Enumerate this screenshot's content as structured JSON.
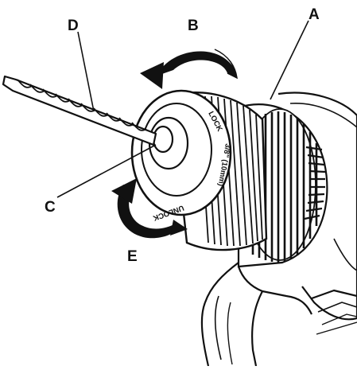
{
  "figure": {
    "callouts": {
      "a": "A",
      "b": "B",
      "c": "C",
      "d": "D",
      "e": "E"
    },
    "chuck_markings": {
      "lock": "LOCK",
      "size": "3/8\" (10mm)",
      "unlock": "UNLOCK"
    },
    "colors": {
      "ink": "#111111",
      "background": "#ffffff"
    },
    "rotation_arrows": {
      "b": "curved-arrow-counterclockwise",
      "e": "curved-arrow-clockwise"
    }
  }
}
